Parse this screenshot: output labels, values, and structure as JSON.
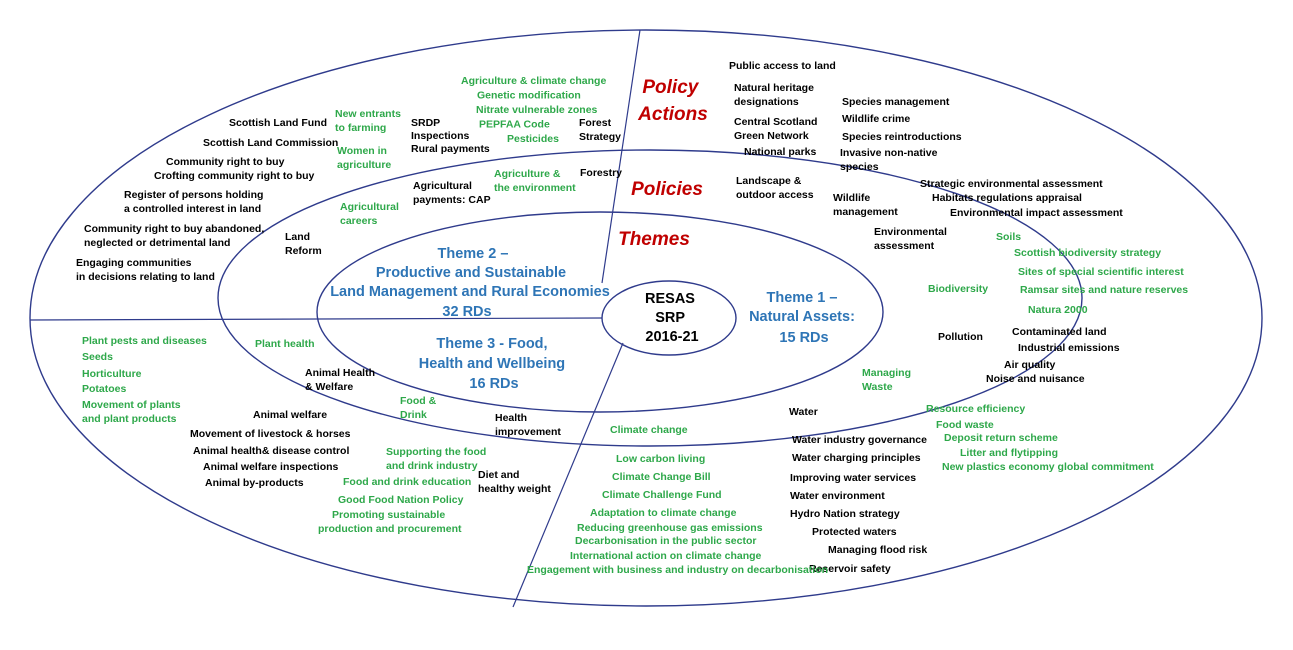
{
  "rings": {
    "policy_actions": [
      "Policy",
      "Actions"
    ],
    "policies": "Policies",
    "themes": "Themes"
  },
  "center": [
    "RESAS",
    "SRP",
    "2016-21"
  ],
  "themes": {
    "theme1": [
      "Theme 1 –",
      "Natural Assets:",
      "15 RDs"
    ],
    "theme2": [
      "Theme 2 –",
      "Productive and Sustainable",
      "Land Management and Rural Economies",
      "32 RDs"
    ],
    "theme3": [
      "Theme 3 - Food,",
      "Health and Wellbeing",
      "16 RDs"
    ]
  },
  "colors": {
    "line": "#2f3b8c",
    "theme": "#2e75b6",
    "ring_title": "#c00000",
    "green": "#2ea84a",
    "black": "#000000"
  },
  "labels": [
    {
      "id": "public-access",
      "lines": [
        "Public access to land"
      ],
      "green": false
    },
    {
      "id": "natural-heritage",
      "lines": [
        "Natural heritage",
        "designations"
      ],
      "green": false
    },
    {
      "id": "species-management",
      "lines": [
        "Species management"
      ],
      "green": false
    },
    {
      "id": "wildlife-crime",
      "lines": [
        "Wildlife crime"
      ],
      "green": false
    },
    {
      "id": "central-scotland",
      "lines": [
        "Central Scotland",
        "Green Network"
      ],
      "green": false
    },
    {
      "id": "species-reintroductions",
      "lines": [
        "Species reintroductions"
      ],
      "green": false
    },
    {
      "id": "national-parks",
      "lines": [
        "National parks"
      ],
      "green": false
    },
    {
      "id": "invasive-species",
      "lines": [
        "Invasive non-native",
        "species"
      ],
      "green": false
    },
    {
      "id": "landscape",
      "lines": [
        "Landscape &",
        "outdoor access"
      ],
      "green": false
    },
    {
      "id": "wildlife-management",
      "lines": [
        "Wildlife",
        "management"
      ],
      "green": false
    },
    {
      "id": "sea",
      "lines": [
        "Strategic environmental assessment"
      ],
      "green": false
    },
    {
      "id": "habitats",
      "lines": [
        "Habitats regulations appraisal"
      ],
      "green": false
    },
    {
      "id": "eia",
      "lines": [
        "Environmental impact assessment"
      ],
      "green": false
    },
    {
      "id": "env-assessment",
      "lines": [
        "Environmental",
        "assessment"
      ],
      "green": false
    },
    {
      "id": "soils",
      "lines": [
        "Soils"
      ],
      "green": true
    },
    {
      "id": "biodiversity-strategy",
      "lines": [
        "Scottish biodiversity strategy"
      ],
      "green": true
    },
    {
      "id": "sssi",
      "lines": [
        "Sites of special scientific interest"
      ],
      "green": true
    },
    {
      "id": "ramsar",
      "lines": [
        "Ramsar sites and nature reserves"
      ],
      "green": true
    },
    {
      "id": "biodiversity",
      "lines": [
        "Biodiversity"
      ],
      "green": true
    },
    {
      "id": "natura",
      "lines": [
        "Natura 2000"
      ],
      "green": true
    },
    {
      "id": "contaminated-land",
      "lines": [
        "Contaminated land"
      ],
      "green": false
    },
    {
      "id": "pollution",
      "lines": [
        "Pollution"
      ],
      "green": false
    },
    {
      "id": "industrial-emissions",
      "lines": [
        "Industrial emissions"
      ],
      "green": false
    },
    {
      "id": "air-quality",
      "lines": [
        "Air quality"
      ],
      "green": false
    },
    {
      "id": "noise",
      "lines": [
        "Noise and nuisance"
      ],
      "green": false
    },
    {
      "id": "managing-waste",
      "lines": [
        "Managing",
        "Waste"
      ],
      "green": true
    },
    {
      "id": "resource-efficiency",
      "lines": [
        "Resource efficiency"
      ],
      "green": true
    },
    {
      "id": "food-waste",
      "lines": [
        "Food waste"
      ],
      "green": true
    },
    {
      "id": "deposit-return",
      "lines": [
        "Deposit return scheme"
      ],
      "green": true
    },
    {
      "id": "litter",
      "lines": [
        "Litter and flytipping"
      ],
      "green": true
    },
    {
      "id": "plastics",
      "lines": [
        "New plastics economy global commitment"
      ],
      "green": true
    },
    {
      "id": "water",
      "lines": [
        "Water"
      ],
      "green": false
    },
    {
      "id": "water-governance",
      "lines": [
        "Water industry governance"
      ],
      "green": false
    },
    {
      "id": "water-charging",
      "lines": [
        "Water charging principles"
      ],
      "green": false
    },
    {
      "id": "water-services",
      "lines": [
        "Improving water services"
      ],
      "green": false
    },
    {
      "id": "water-environment",
      "lines": [
        "Water environment"
      ],
      "green": false
    },
    {
      "id": "hydro-nation",
      "lines": [
        "Hydro Nation strategy"
      ],
      "green": false
    },
    {
      "id": "protected-waters",
      "lines": [
        "Protected waters"
      ],
      "green": false
    },
    {
      "id": "flood-risk",
      "lines": [
        "Managing flood risk"
      ],
      "green": false
    },
    {
      "id": "reservoir-safety",
      "lines": [
        "Reservoir safety"
      ],
      "green": false
    },
    {
      "id": "climate-change",
      "lines": [
        "Climate change"
      ],
      "green": true
    },
    {
      "id": "low-carbon",
      "lines": [
        "Low carbon living"
      ],
      "green": true
    },
    {
      "id": "climate-bill",
      "lines": [
        "Climate Change Bill"
      ],
      "green": true
    },
    {
      "id": "climate-fund",
      "lines": [
        "Climate Challenge Fund"
      ],
      "green": true
    },
    {
      "id": "adaptation",
      "lines": [
        "Adaptation to climate change"
      ],
      "green": true
    },
    {
      "id": "ghg",
      "lines": [
        "Reducing greenhouse gas emissions"
      ],
      "green": true
    },
    {
      "id": "decarbonisation-public",
      "lines": [
        "Decarbonisation in the public sector"
      ],
      "green": true
    },
    {
      "id": "international",
      "lines": [
        "International action on climate change"
      ],
      "green": true
    },
    {
      "id": "engagement-business",
      "lines": [
        "Engagement with business and industry on decarbonisation"
      ],
      "green": true
    },
    {
      "id": "health-improvement",
      "lines": [
        "Health",
        "improvement"
      ],
      "green": false
    },
    {
      "id": "diet",
      "lines": [
        "Diet and",
        "healthy weight"
      ],
      "green": false
    },
    {
      "id": "food-drink",
      "lines": [
        "Food &",
        "Drink"
      ],
      "green": true
    },
    {
      "id": "supporting-food",
      "lines": [
        "Supporting the food",
        "and drink industry"
      ],
      "green": true
    },
    {
      "id": "food-education",
      "lines": [
        "Food and drink education"
      ],
      "green": true
    },
    {
      "id": "good-food-nation",
      "lines": [
        "Good Food Nation Policy"
      ],
      "green": true
    },
    {
      "id": "sustainable-production",
      "lines": [
        "Promoting sustainable",
        "production and procurement"
      ],
      "green": true
    },
    {
      "id": "animal-health-welfare",
      "lines": [
        "Animal Health",
        "& Welfare"
      ],
      "green": false
    },
    {
      "id": "animal-welfare",
      "lines": [
        "Animal welfare"
      ],
      "green": false
    },
    {
      "id": "movement-livestock",
      "lines": [
        "Movement of livestock & horses"
      ],
      "green": false
    },
    {
      "id": "animal-disease",
      "lines": [
        "Animal health& disease control"
      ],
      "green": false
    },
    {
      "id": "welfare-inspections",
      "lines": [
        "Animal welfare inspections"
      ],
      "green": false
    },
    {
      "id": "animal-byproducts",
      "lines": [
        "Animal by-products"
      ],
      "green": false
    },
    {
      "id": "plant-health",
      "lines": [
        "Plant health"
      ],
      "green": true
    },
    {
      "id": "plant-pests",
      "lines": [
        "Plant pests and diseases"
      ],
      "green": true
    },
    {
      "id": "seeds",
      "lines": [
        "Seeds"
      ],
      "green": true
    },
    {
      "id": "horticulture",
      "lines": [
        "Horticulture"
      ],
      "green": true
    },
    {
      "id": "potatoes",
      "lines": [
        "Potatoes"
      ],
      "green": true
    },
    {
      "id": "movement-plants",
      "lines": [
        "Movement of plants",
        "and plant products"
      ],
      "green": true
    },
    {
      "id": "land-reform",
      "lines": [
        "Land",
        "Reform"
      ],
      "green": false
    },
    {
      "id": "agricultural-careers",
      "lines": [
        "Agricultural",
        "careers"
      ],
      "green": true
    },
    {
      "id": "engaging-communities",
      "lines": [
        "Engaging communities",
        "in decisions relating to land"
      ],
      "green": false
    },
    {
      "id": "community-abandoned",
      "lines": [
        "Community right to buy abandoned,",
        "neglected or detrimental land"
      ],
      "green": false
    },
    {
      "id": "register",
      "lines": [
        "Register of persons holding",
        "a controlled interest in land"
      ],
      "green": false
    },
    {
      "id": "community-buy",
      "lines": [
        "Community right to buy",
        "Crofting community right to buy"
      ],
      "green": false
    },
    {
      "id": "land-commission",
      "lines": [
        "Scottish Land Commission"
      ],
      "green": false
    },
    {
      "id": "land-fund",
      "lines": [
        "Scottish Land Fund"
      ],
      "green": false
    },
    {
      "id": "new-entrants",
      "lines": [
        "New entrants",
        "to farming"
      ],
      "green": true
    },
    {
      "id": "women-agri",
      "lines": [
        "Women in",
        "agriculture"
      ],
      "green": true
    },
    {
      "id": "srdp",
      "lines": [
        "SRDP",
        "Inspections",
        "Rural payments"
      ],
      "green": false
    },
    {
      "id": "agri-climate",
      "lines": [
        "Agriculture & climate change",
        "Genetic modification",
        "Nitrate vulnerable zones",
        "PEPFAA Code",
        "Pesticides"
      ],
      "green": true
    },
    {
      "id": "forest-strategy",
      "lines": [
        "Forest",
        "Strategy"
      ],
      "green": false
    },
    {
      "id": "agri-payments",
      "lines": [
        "Agricultural",
        "payments: CAP"
      ],
      "green": false
    },
    {
      "id": "agri-environment",
      "lines": [
        "Agriculture &",
        "the environment"
      ],
      "green": true
    },
    {
      "id": "forestry",
      "lines": [
        "Forestry"
      ],
      "green": false
    }
  ]
}
